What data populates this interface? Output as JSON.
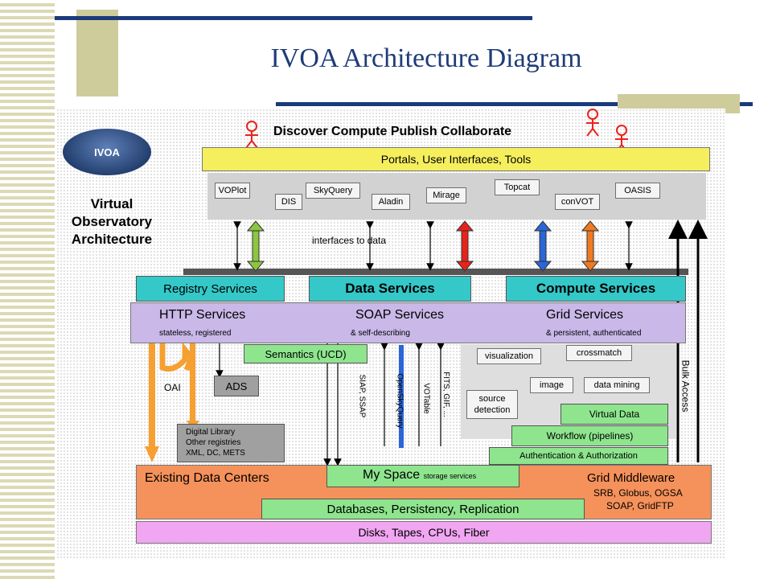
{
  "title": "IVOA Architecture Diagram",
  "left_label": [
    "Virtual",
    "Observatory",
    "Architecture"
  ],
  "logo_text": "IVOA",
  "header": "Discover Compute Publish Collaborate",
  "portals": "Portals, User Interfaces, Tools",
  "tools": [
    "VOPlot",
    "DIS",
    "SkyQuery",
    "Aladin",
    "Mirage",
    "Topcat",
    "conVOT",
    "OASIS"
  ],
  "interfaces": "interfaces to data",
  "registry": "Registry Services",
  "data_services": "Data Services",
  "compute_services": "Compute Services",
  "http": "HTTP Services",
  "soap": "SOAP Services",
  "grid": "Grid Services",
  "stateless": "stateless, registered",
  "selfdesc": "& self-describing",
  "persistent": "& persistent, authenticated",
  "semantics": "Semantics (UCD)",
  "oai": "OAI",
  "ads": "ADS",
  "digital_library": [
    "Digital Library",
    "Other registries",
    "XML, DC, METS"
  ],
  "vertical_labels": [
    "SIAP, SSAP",
    "OpenSkyQuery",
    "VOTable",
    "FITS, GIF, ...",
    "Bulk Access"
  ],
  "compute": [
    "visualization",
    "crossmatch",
    "image",
    "data mining",
    "source",
    "detection"
  ],
  "virtual_data": "Virtual Data",
  "workflow": "Workflow (pipelines)",
  "auth": "Authentication & Authorization",
  "existing": "Existing Data Centers",
  "myspace": "My Space",
  "myspace_sub": "storage services",
  "middleware": "Grid Middleware",
  "middleware_detail": [
    "SRB, Globus, OGSA",
    "SOAP, GridFTP"
  ],
  "databases": "Databases, Persistency, Replication",
  "disks": "Disks, Tapes, CPUs, Fiber",
  "colors": {
    "title": "#1f3c78",
    "yellow": "#f5ef5e",
    "teal": "#35c8c8",
    "lavender": "#c9b8e8",
    "green": "#8ee58e",
    "orange": "#f5915a",
    "pink": "#f1a6f1",
    "slide_bar": "#1a3a7a",
    "tan": "#cfcc9c"
  }
}
